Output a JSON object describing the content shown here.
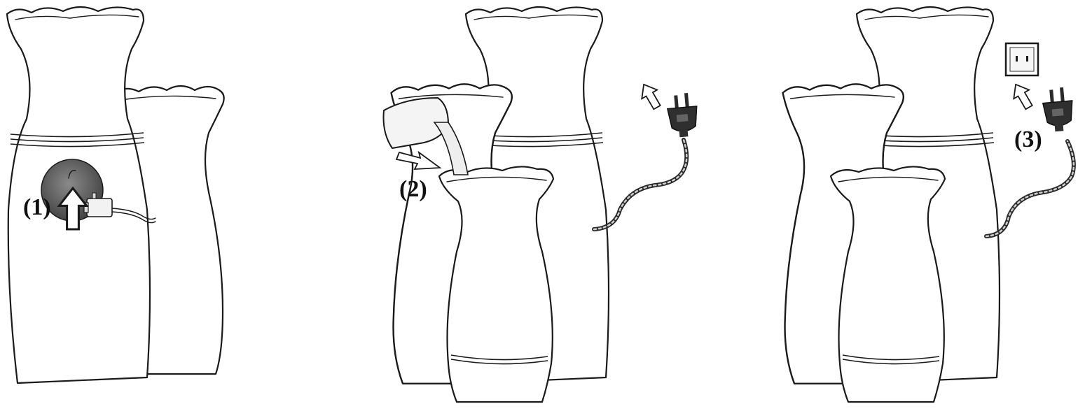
{
  "steps": [
    {
      "label": "(1)",
      "pump_disc_color": "#6f6f6f"
    },
    {
      "label": "(2)"
    },
    {
      "label": "(3)"
    }
  ],
  "colors": {
    "ink": "#1a1a1a",
    "pump_disc": "#6f6f6f",
    "background": "#ffffff"
  },
  "icons": [
    "up-arrow-icon",
    "pump-icon",
    "plug-icon",
    "wall-socket-icon",
    "pitcher-icon",
    "pour-arrow-icon"
  ]
}
